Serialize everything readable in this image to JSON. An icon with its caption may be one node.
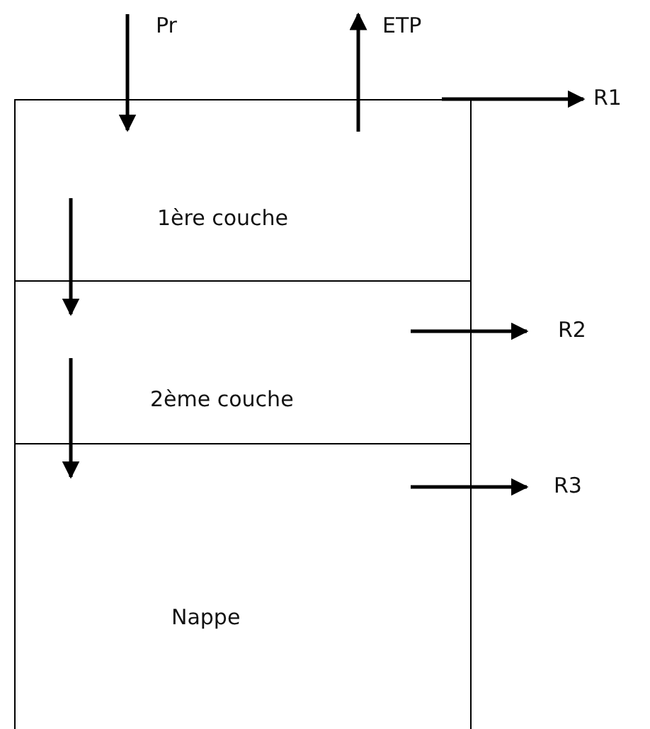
{
  "diagram": {
    "nodes": [
      {
        "text": [
          "Pr"
        ]
      },
      {
        "text": [
          "ETP"
        ]
      },
      {
        "text": [
          "R1"
        ]
      },
      {
        "text": [
          "1ère couche"
        ]
      },
      {
        "text": [
          "R2"
        ]
      },
      {
        "text": [
          "2ème couche"
        ]
      },
      {
        "text": [
          "R3"
        ]
      },
      {
        "text": [
          "Nappe"
        ]
      }
    ],
    "edges": [
      {
        "from": 0,
        "to": 3,
        "arrow": "to"
      },
      {
        "from": 3,
        "to": 1,
        "arrow": "to"
      },
      {
        "from": 3,
        "to": 2,
        "arrow": "to"
      },
      {
        "from": 3,
        "to": 5,
        "arrow": "to"
      },
      {
        "from": 5,
        "to": 7,
        "arrow": "to"
      },
      {
        "from": 5,
        "to": 4,
        "arrow": "to"
      },
      {
        "from": 7,
        "to": 6,
        "arrow": "to"
      }
    ]
  }
}
